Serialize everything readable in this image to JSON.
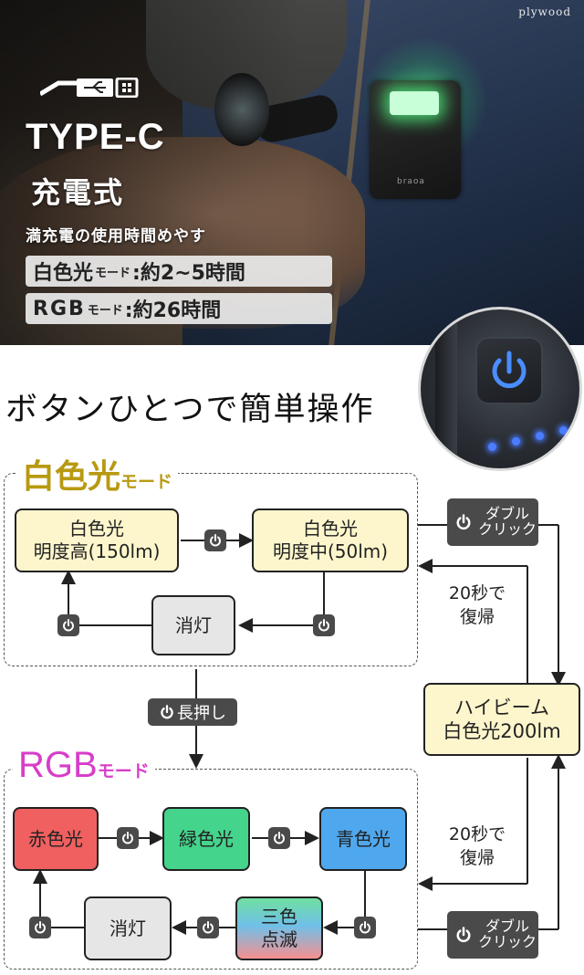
{
  "watermark": "plywood",
  "hero": {
    "device_brand": "braoa",
    "charging_title": "TYPE-C",
    "charging_subtitle": "充電式",
    "runtime_guide": "満充電の使用時間めやす",
    "runtime_white_mode": "白色光",
    "runtime_white_suffix": "モード",
    "runtime_white_value": ":約2~5時間",
    "runtime_rgb_mode": "RGB",
    "runtime_rgb_suffix": "モード",
    "runtime_rgb_value": ":約26時間"
  },
  "headline": "ボタンひとつで簡単操作",
  "white_mode": {
    "title": "白色光",
    "title_suffix": "モード",
    "high": {
      "line1": "白色光",
      "line2": "明度高(150lm)"
    },
    "mid": {
      "line1": "白色光",
      "line2": "明度中(50lm)"
    },
    "off": "消灯"
  },
  "long_press": "長押し",
  "double_click_1": {
    "line1": "ダブル",
    "line2": "クリック"
  },
  "double_click_2": {
    "line1": "ダブル",
    "line2": "クリック"
  },
  "return_note_1": {
    "line1": "20秒で",
    "line2": "復帰"
  },
  "return_note_2": {
    "line1": "20秒で",
    "line2": "復帰"
  },
  "high_beam": {
    "line1": "ハイビーム",
    "line2": "白色光200lm"
  },
  "rgb_mode": {
    "title": "RGB",
    "title_suffix": "モード",
    "red": "赤色光",
    "green": "緑色光",
    "blue": "青色光",
    "blink": {
      "line1": "三色",
      "line2": "点滅"
    },
    "off": "消灯"
  },
  "colors": {
    "white_title": "#b89a12",
    "rgb_title": "#d83dc9",
    "yellow_box": "#fdf6cc",
    "red_box": "#f06060",
    "green_box": "#44d48c",
    "blue_box": "#4fa8ee",
    "button_dark": "#4a4a4a",
    "indicator_led": "#4a7dff",
    "status_led_green": "#50ff8c"
  },
  "icons": [
    "usb-icon",
    "power-icon",
    "arrow-icon"
  ]
}
